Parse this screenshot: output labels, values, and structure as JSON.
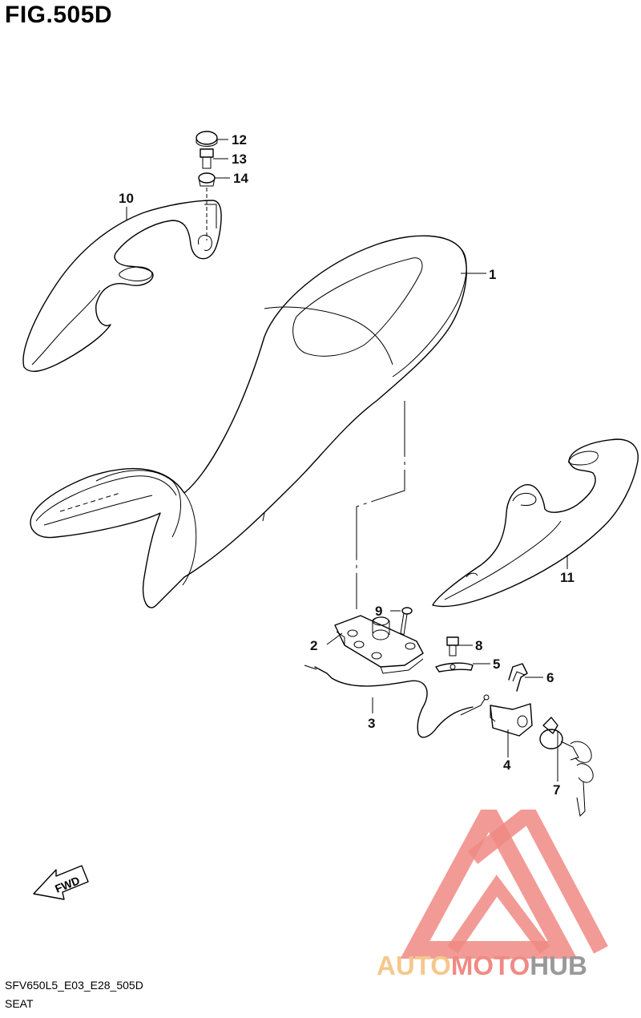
{
  "figure": {
    "title": "FIG.505D",
    "code": "SFV650L5_E03_E28_505D",
    "name": "SEAT",
    "fwd_label": "FWD"
  },
  "callouts": [
    "1",
    "2",
    "3",
    "4",
    "5",
    "6",
    "7",
    "8",
    "9",
    "10",
    "11",
    "12",
    "13",
    "14"
  ],
  "watermark": {
    "part1": "AUTO",
    "part2": "MOTO",
    "part3": "HUB",
    "colors": {
      "auto": "#f5c78c",
      "moto": "#f08a84",
      "hub": "#999999",
      "logo": "#f08a84"
    }
  }
}
